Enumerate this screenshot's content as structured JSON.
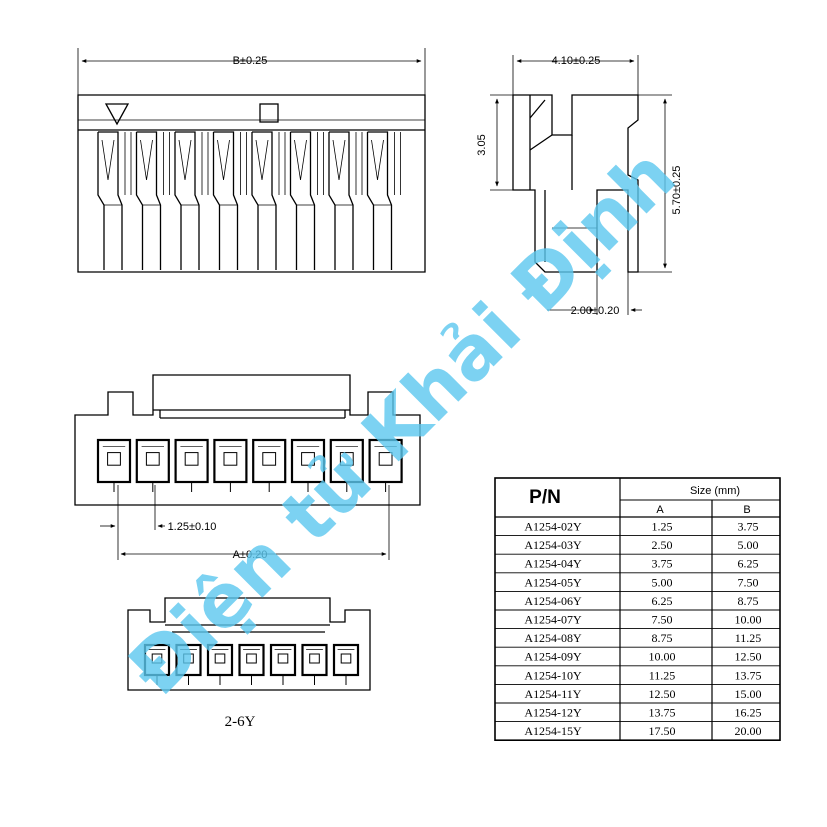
{
  "dimensions": {
    "b_width": "B±0.25",
    "depth": "4.10±0.25",
    "height_short": "3.05",
    "height_total": "5.70±0.25",
    "bottom_width": "2.00±0.20",
    "pitch": "1.25±0.10",
    "a_width": "A±0.20"
  },
  "view_label": "2-6Y",
  "table": {
    "header_pn": "P/N",
    "header_size": "Size (mm)",
    "col_a": "A",
    "col_b": "B",
    "rows": [
      {
        "pn": "A1254-02Y",
        "a": "1.25",
        "b": "3.75"
      },
      {
        "pn": "A1254-03Y",
        "a": "2.50",
        "b": "5.00"
      },
      {
        "pn": "A1254-04Y",
        "a": "3.75",
        "b": "6.25"
      },
      {
        "pn": "A1254-05Y",
        "a": "5.00",
        "b": "7.50"
      },
      {
        "pn": "A1254-06Y",
        "a": "6.25",
        "b": "8.75"
      },
      {
        "pn": "A1254-07Y",
        "a": "7.50",
        "b": "10.00"
      },
      {
        "pn": "A1254-08Y",
        "a": "8.75",
        "b": "11.25"
      },
      {
        "pn": "A1254-09Y",
        "a": "10.00",
        "b": "12.50"
      },
      {
        "pn": "A1254-10Y",
        "a": "11.25",
        "b": "13.75"
      },
      {
        "pn": "A1254-11Y",
        "a": "12.50",
        "b": "15.00"
      },
      {
        "pn": "A1254-12Y",
        "a": "13.75",
        "b": "16.25"
      },
      {
        "pn": "A1254-15Y",
        "a": "17.50",
        "b": "20.00"
      }
    ]
  },
  "watermark": "Điện tử Khải Định",
  "colors": {
    "line": "#000000",
    "watermark": "#5cc8ef"
  }
}
